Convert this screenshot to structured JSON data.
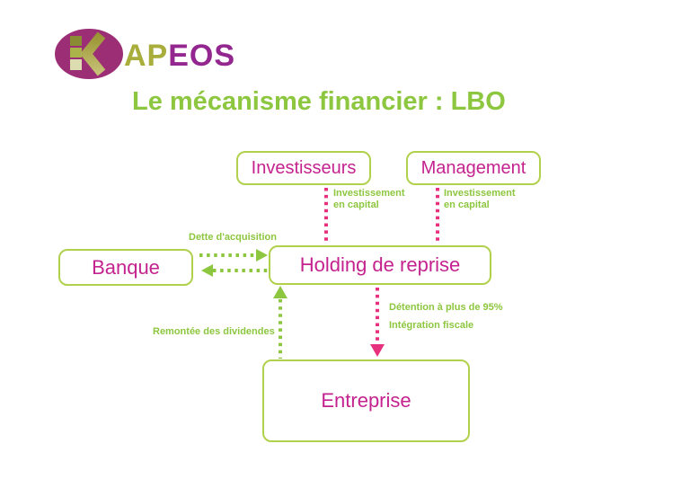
{
  "logo": {
    "ap": "AP",
    "eos": "EOS"
  },
  "title": "Le mécanisme financier : LBO",
  "boxes": {
    "investisseurs": "Investisseurs",
    "management": "Management",
    "banque": "Banque",
    "holding": "Holding de reprise",
    "entreprise": "Entreprise"
  },
  "labels": {
    "investissement_left": "Investissement\nen capital",
    "investissement_right": "Investissement\nen capital",
    "dette": "Dette d'acquisition",
    "remontee": "Remontée des dividendes",
    "detention": "Détention à plus de 95%",
    "integration": "Intégration fiscale"
  },
  "colors": {
    "green": "#8dc63f",
    "box_border_green": "#b1d14d",
    "magenta": "#c4238f",
    "pink": "#e8317e",
    "logo_purple": "#9c2e76",
    "logo_olive": "#a8ad3b",
    "logo_eos_purple": "#93278f",
    "logo_square_top": "#8a8c33",
    "logo_square_mid": "#a9b349",
    "logo_square_bottom": "#dddcb0",
    "logo_chevron_top": "#9a9434",
    "logo_chevron_bottom": "#c6c175"
  }
}
